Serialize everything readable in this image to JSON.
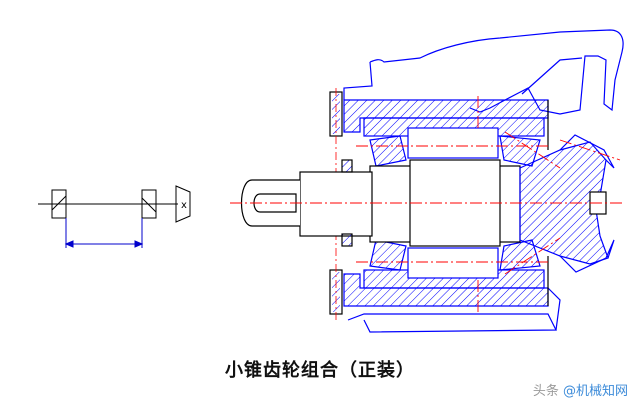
{
  "caption": "小锥齿轮组合（正装）",
  "watermark": {
    "prefix": "头条 ",
    "handle": "@机械知网"
  },
  "schematic_symbol": "x",
  "colors": {
    "outline": "#0000ff",
    "centerline": "#ff0000",
    "hatch": "#0000ff",
    "dimension": "#0000cc"
  },
  "icons": [
    "bearing-pair-schematic-icon",
    "gear-symbol-icon",
    "bevel-pinion-assembly-drawing"
  ]
}
